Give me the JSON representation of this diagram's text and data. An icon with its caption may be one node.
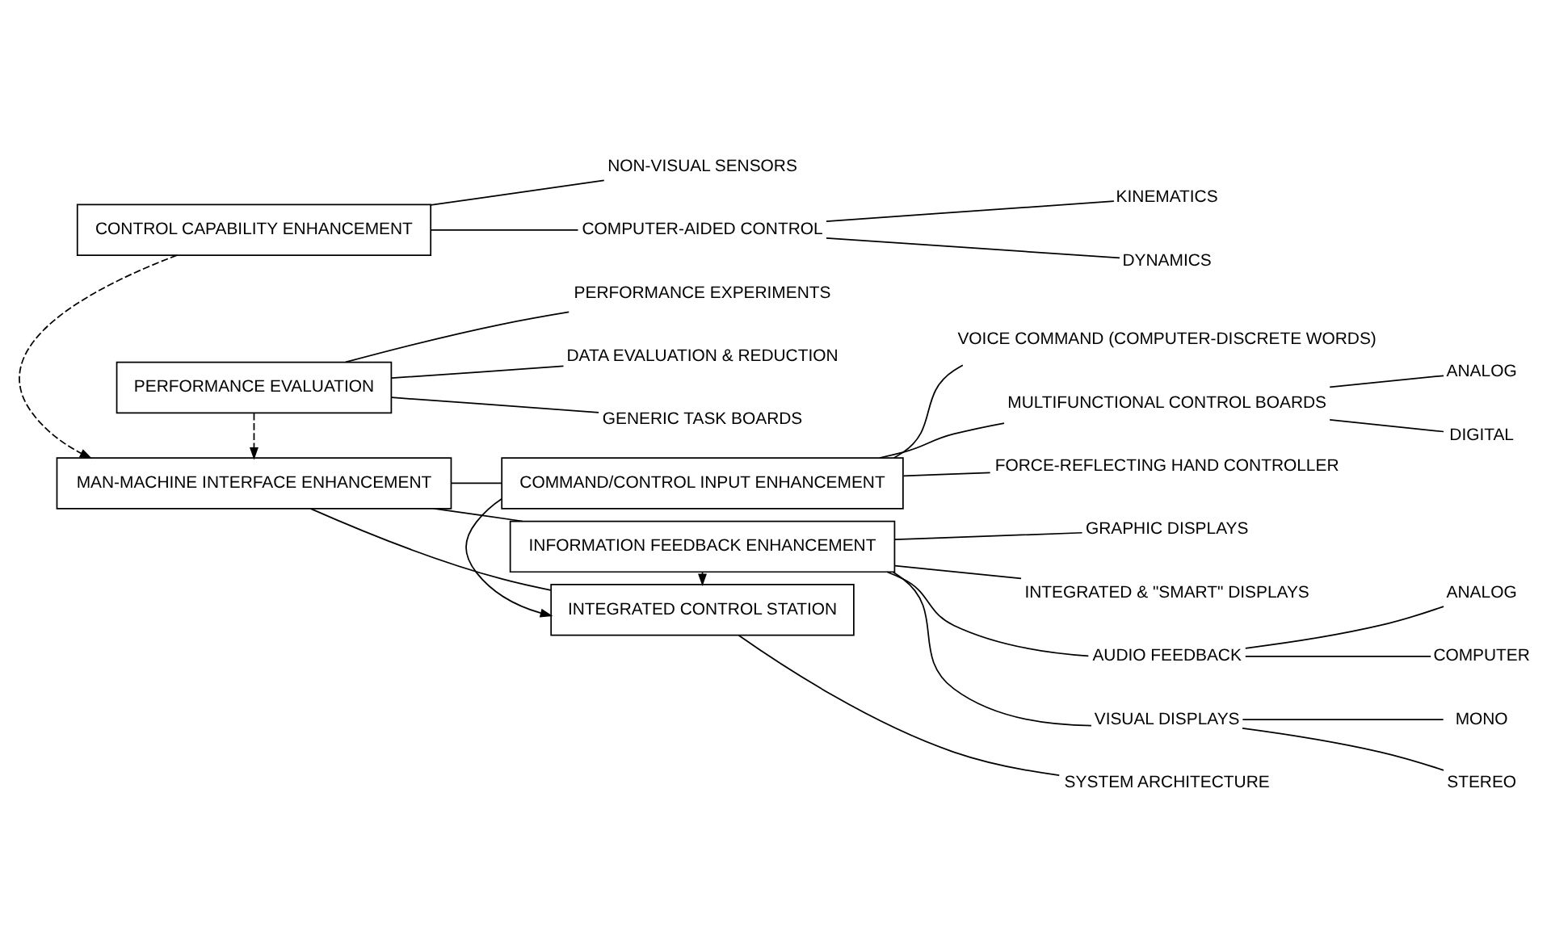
{
  "diagram": {
    "nodes": [
      {
        "text": [
          "CONTROL CAPABILITY ENHANCEMENT"
        ]
      },
      {
        "text": [
          "NON-VISUAL SENSORS"
        ]
      },
      {
        "text": [
          "COMPUTER-AIDED CONTROL"
        ]
      },
      {
        "text": [
          "KINEMATICS"
        ]
      },
      {
        "text": [
          "DYNAMICS"
        ]
      },
      {
        "text": [
          "MAN-MACHINE INTERFACE ENHANCEMENT"
        ]
      },
      {
        "text": [
          "INFORMATION FEEDBACK ENHANCEMENT"
        ]
      },
      {
        "text": [
          "VISUAL DISPLAYS"
        ]
      },
      {
        "text": [
          "MONO"
        ]
      },
      {
        "text": [
          "STEREO"
        ]
      },
      {
        "text": [
          "GRAPHIC DISPLAYS"
        ]
      },
      {
        "text": [
          "INTEGRATED & \"SMART\" DISPLAYS"
        ]
      },
      {
        "text": [
          "AUDIO FEEDBACK"
        ]
      },
      {
        "text": [
          "ANALOG"
        ]
      },
      {
        "text": [
          "COMPUTER"
        ]
      },
      {
        "text": [
          "INTEGRATED CONTROL STATION"
        ]
      },
      {
        "text": [
          "SYSTEM ARCHITECTURE"
        ]
      },
      {
        "text": [
          "COMMAND/CONTROL INPUT ENHANCEMENT"
        ]
      },
      {
        "text": [
          "MULTIFUNCTIONAL CONTROL BOARDS"
        ]
      },
      {
        "text": [
          "ANALOG"
        ]
      },
      {
        "text": [
          "DIGITAL"
        ]
      },
      {
        "text": [
          "FORCE-REFLECTING HAND CONTROLLER"
        ]
      },
      {
        "text": [
          "VOICE COMMAND (COMPUTER-DISCRETE WORDS)"
        ]
      },
      {
        "text": [
          "PERFORMANCE EVALUATION"
        ]
      },
      {
        "text": [
          "GENERIC TASK BOARDS"
        ]
      },
      {
        "text": [
          "PERFORMANCE EXPERIMENTS"
        ]
      },
      {
        "text": [
          "DATA EVALUATION & REDUCTION"
        ]
      }
    ],
    "edges": [
      {
        "from": 0,
        "to": 1,
        "arrow": "none"
      },
      {
        "from": 0,
        "to": 2,
        "arrow": "none"
      },
      {
        "from": 2,
        "to": 3,
        "arrow": "none"
      },
      {
        "from": 2,
        "to": 4,
        "arrow": "none"
      },
      {
        "from": 0,
        "to": 5,
        "arrow": "to",
        "style": "dashed"
      },
      {
        "from": 5,
        "to": 6,
        "arrow": "none"
      },
      {
        "from": 5,
        "to": 15,
        "arrow": "none"
      },
      {
        "from": 5,
        "to": 17,
        "arrow": "none"
      },
      {
        "from": 6,
        "to": 7,
        "arrow": "none"
      },
      {
        "from": 6,
        "to": 10,
        "arrow": "none"
      },
      {
        "from": 6,
        "to": 11,
        "arrow": "none"
      },
      {
        "from": 6,
        "to": 12,
        "arrow": "none"
      },
      {
        "from": 7,
        "to": 8,
        "arrow": "none"
      },
      {
        "from": 7,
        "to": 9,
        "arrow": "none"
      },
      {
        "from": 12,
        "to": 13,
        "arrow": "none"
      },
      {
        "from": 12,
        "to": 14,
        "arrow": "none"
      },
      {
        "from": 6,
        "to": 15,
        "arrow": "to"
      },
      {
        "from": 17,
        "to": 15,
        "arrow": "to"
      },
      {
        "from": 15,
        "to": 16,
        "arrow": "none"
      },
      {
        "from": 17,
        "to": 18,
        "arrow": "none"
      },
      {
        "from": 17,
        "to": 21,
        "arrow": "none"
      },
      {
        "from": 17,
        "to": 22,
        "arrow": "none"
      },
      {
        "from": 18,
        "to": 19,
        "arrow": "none"
      },
      {
        "from": 18,
        "to": 20,
        "arrow": "none"
      },
      {
        "from": 23,
        "to": 5,
        "arrow": "to",
        "style": "dashed"
      },
      {
        "from": 23,
        "to": 24,
        "arrow": "none"
      },
      {
        "from": 23,
        "to": 25,
        "arrow": "none"
      },
      {
        "from": 23,
        "to": 26,
        "arrow": "none"
      }
    ]
  }
}
